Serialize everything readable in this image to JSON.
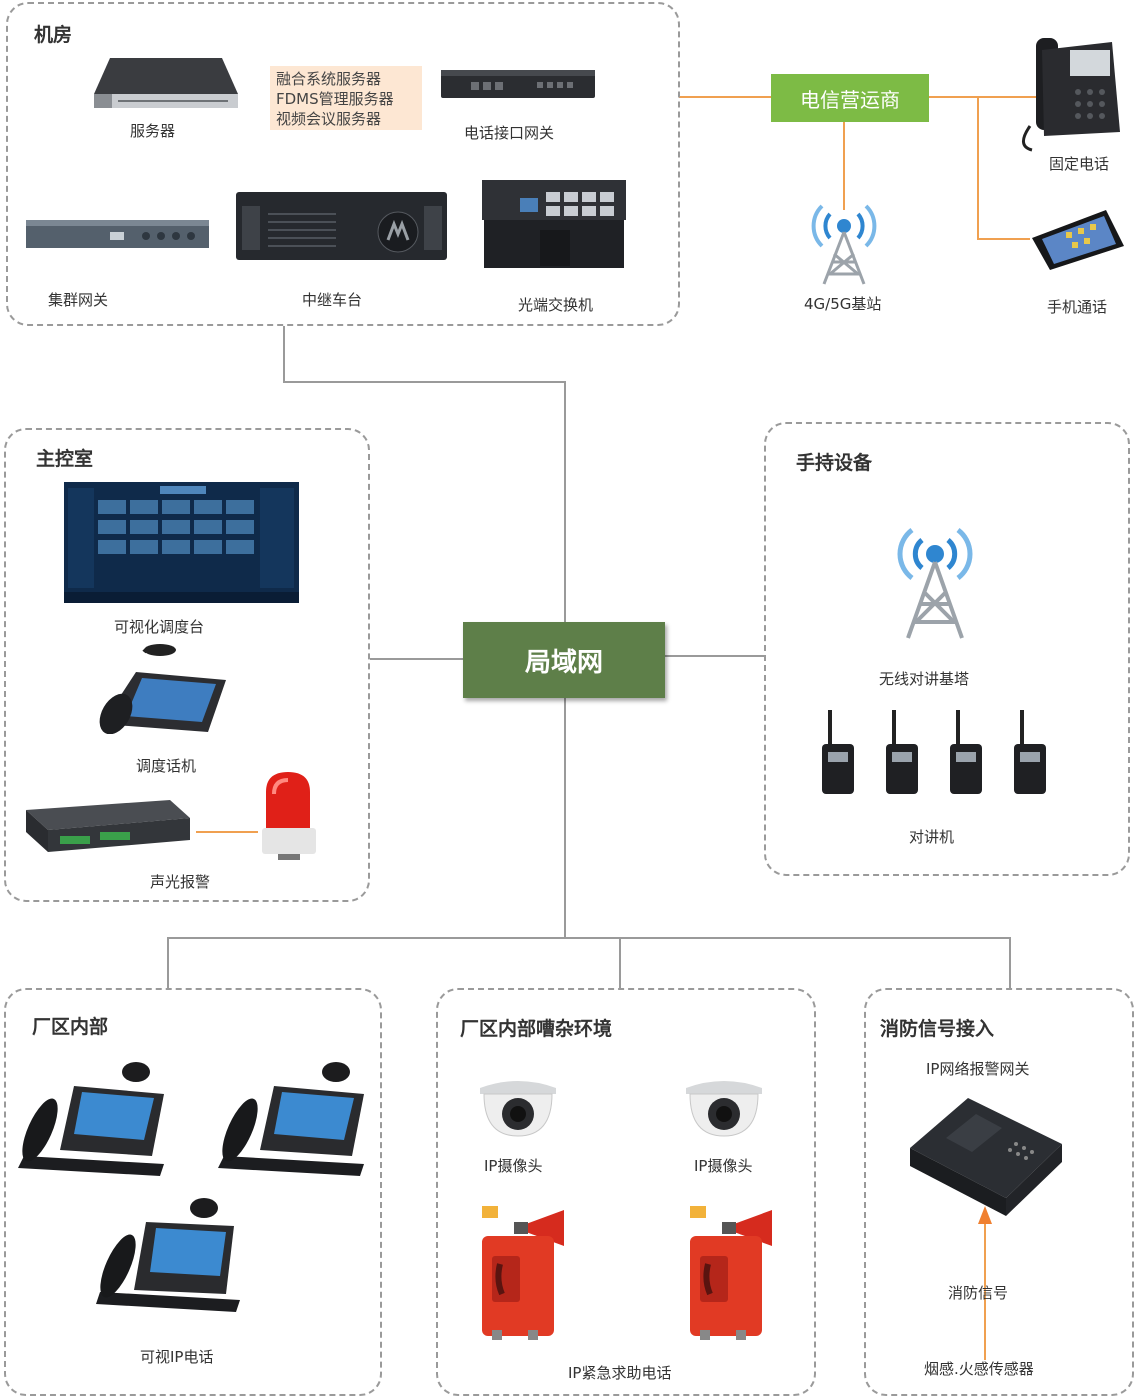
{
  "colors": {
    "center_fill": "#5e7f49",
    "carrier_fill": "#7dbb45",
    "note_fill": "#fde7d3",
    "orange_line": "#f0a050",
    "gray_line": "#9a9a9a",
    "alert_arrow": "#f08030"
  },
  "center": {
    "label": "局域网"
  },
  "carrier": {
    "label": "电信营运商"
  },
  "machine_room": {
    "title": "机房",
    "server": "服务器",
    "server_note": [
      "融合系统服务器",
      "FDMS管理服务器",
      "视频会议服务器"
    ],
    "phone_gateway": "电话接口网关",
    "cluster_gateway": "集群网关",
    "repeater": "中继车台",
    "fiber_switch": "光端交换机"
  },
  "telecom": {
    "base_station": "4G/5G基站",
    "fixed_phone": "固定电话",
    "mobile_phone": "手机通话"
  },
  "control_room": {
    "title": "主控室",
    "dispatch_console": "可视化调度台",
    "dispatch_phone": "调度话机",
    "alarm": "声光报警"
  },
  "handheld": {
    "title": "手持设备",
    "tower": "无线对讲基塔",
    "walkie": "对讲机"
  },
  "factory_inner": {
    "title": "厂区内部",
    "video_phone": "可视IP电话"
  },
  "factory_noisy": {
    "title": "厂区内部嘈杂环境",
    "camera1": "IP摄像头",
    "camera2": "IP摄像头",
    "emergency_phone": "IP紧急求助电话"
  },
  "fire": {
    "title": "消防信号接入",
    "alarm_gateway": "IP网络报警网关",
    "fire_signal": "消防信号",
    "sensor": "烟感.火感传感器"
  },
  "icons": [
    "server-icon",
    "gateway-icon",
    "tower-icon",
    "desk-phone-icon",
    "smartphone-icon",
    "monitor-icon",
    "alarm-light-icon",
    "walkie-talkie-icon",
    "camera-icon",
    "emergency-phone-icon"
  ]
}
